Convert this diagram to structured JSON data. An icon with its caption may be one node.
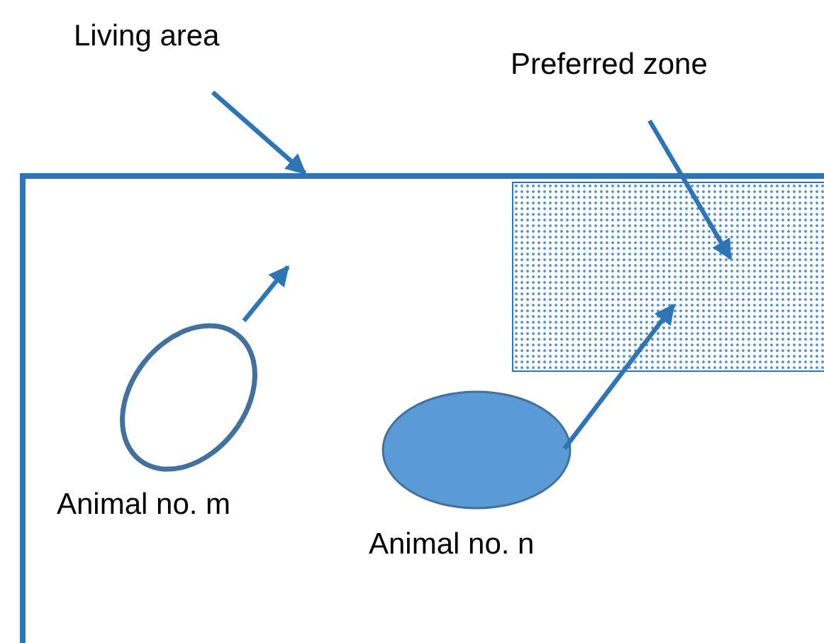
{
  "diagram": {
    "nodes": [
      {
        "text": [
          "Living area"
        ]
      },
      {
        "text": [],
        "shape": "box"
      },
      {
        "text": [
          "Preferred zone"
        ]
      },
      {
        "text": [],
        "shape": "box",
        "in": 1
      },
      {
        "text": [],
        "shape": "ellipse",
        "in": 1,
        "beside": [
          "Animal no. m"
        ]
      },
      {
        "text": [],
        "shape": "ellipse",
        "in": 1,
        "beside": [
          "Animal no. n"
        ]
      }
    ],
    "edges": [
      {
        "from": 0,
        "to": 1,
        "arrow": "to"
      },
      {
        "from": 2,
        "to": 3,
        "arrow": "to"
      },
      {
        "from": 4,
        "to": null,
        "arrow": "to"
      },
      {
        "from": 5,
        "to": 3,
        "arrow": "to"
      }
    ]
  }
}
